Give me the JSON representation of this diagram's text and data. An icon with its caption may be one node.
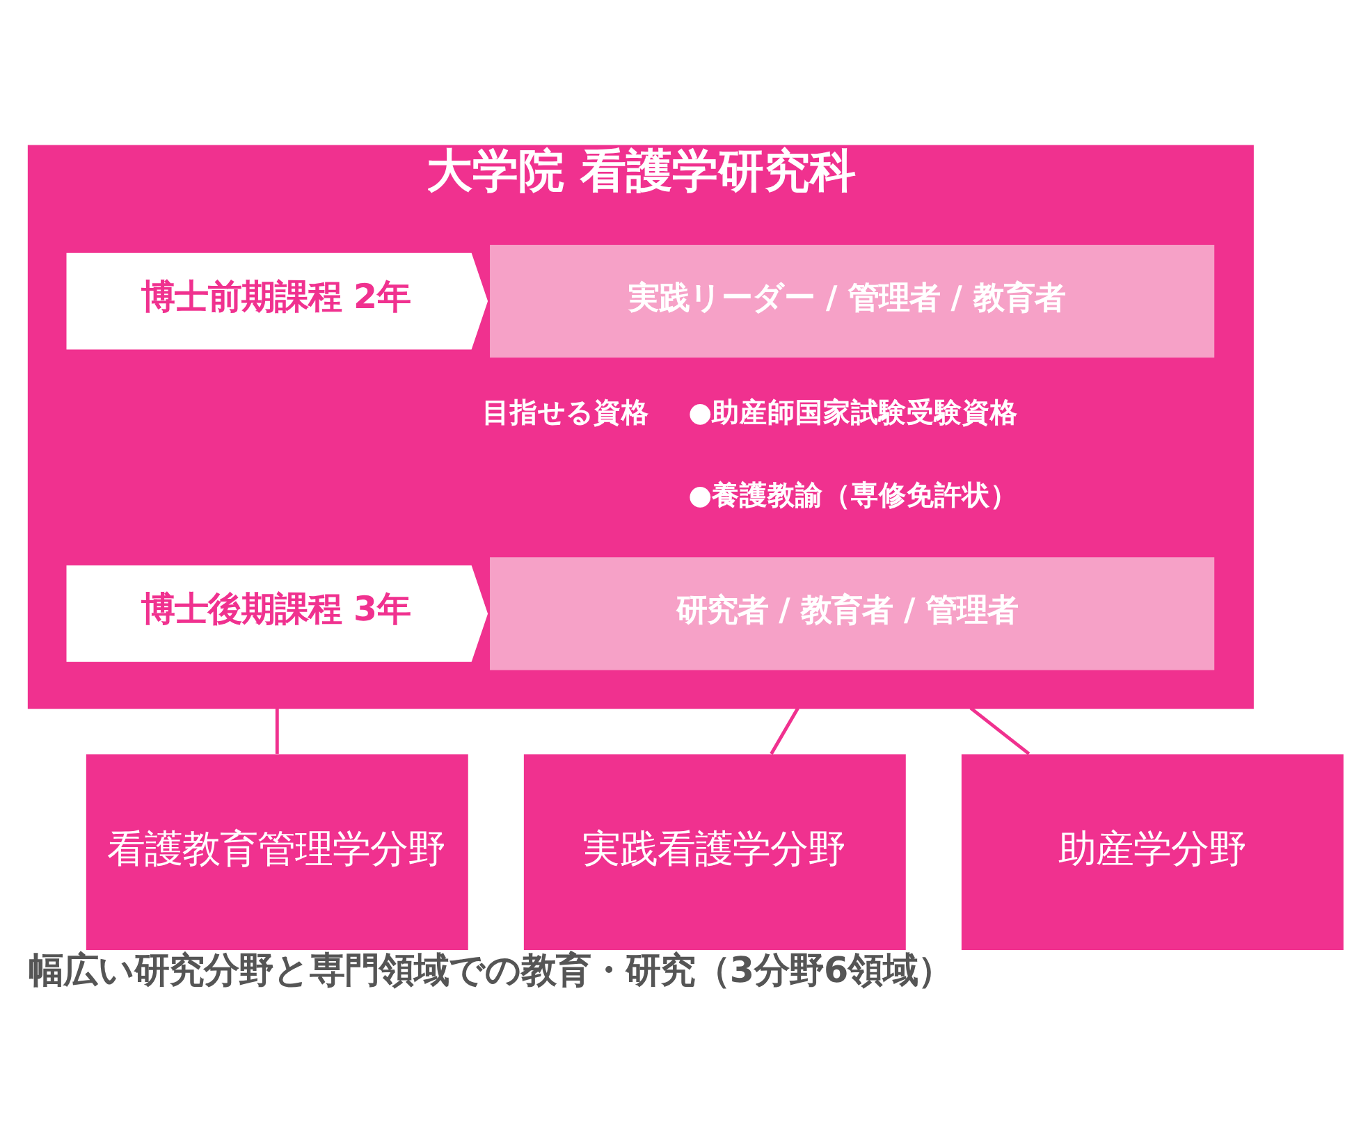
{
  "diagram": {
    "caption": "幅広い研究分野と専門領域での教育・研究（3分野6領域）",
    "nodes": [
      {
        "text": [
          "大学院 看護学研究科"
        ]
      },
      {
        "text": [
          "博士前期課程 2年"
        ],
        "in": 0
      },
      {
        "text": [
          "実践リーダー / 管理者 / 教育者"
        ],
        "in": 0
      },
      {
        "text": [
          "博士後期課程 3年"
        ],
        "in": 0
      },
      {
        "text": [
          "研究者 / 教育者 / 管理者"
        ],
        "in": 0
      },
      {
        "text": [
          "看護教育管理学分野"
        ]
      },
      {
        "text": [
          "実践看護学分野"
        ]
      },
      {
        "text": [
          "助産学分野"
        ]
      }
    ],
    "edges": [
      {
        "from": 0,
        "to": 5,
        "arrow": "none"
      },
      {
        "from": 0,
        "to": 6,
        "arrow": "none"
      },
      {
        "from": 0,
        "to": 7,
        "arrow": "none"
      }
    ],
    "labels": [
      "目指せる資格",
      "●助産師国家試験受験資格",
      "●養護教諭（専修免許状）"
    ]
  }
}
